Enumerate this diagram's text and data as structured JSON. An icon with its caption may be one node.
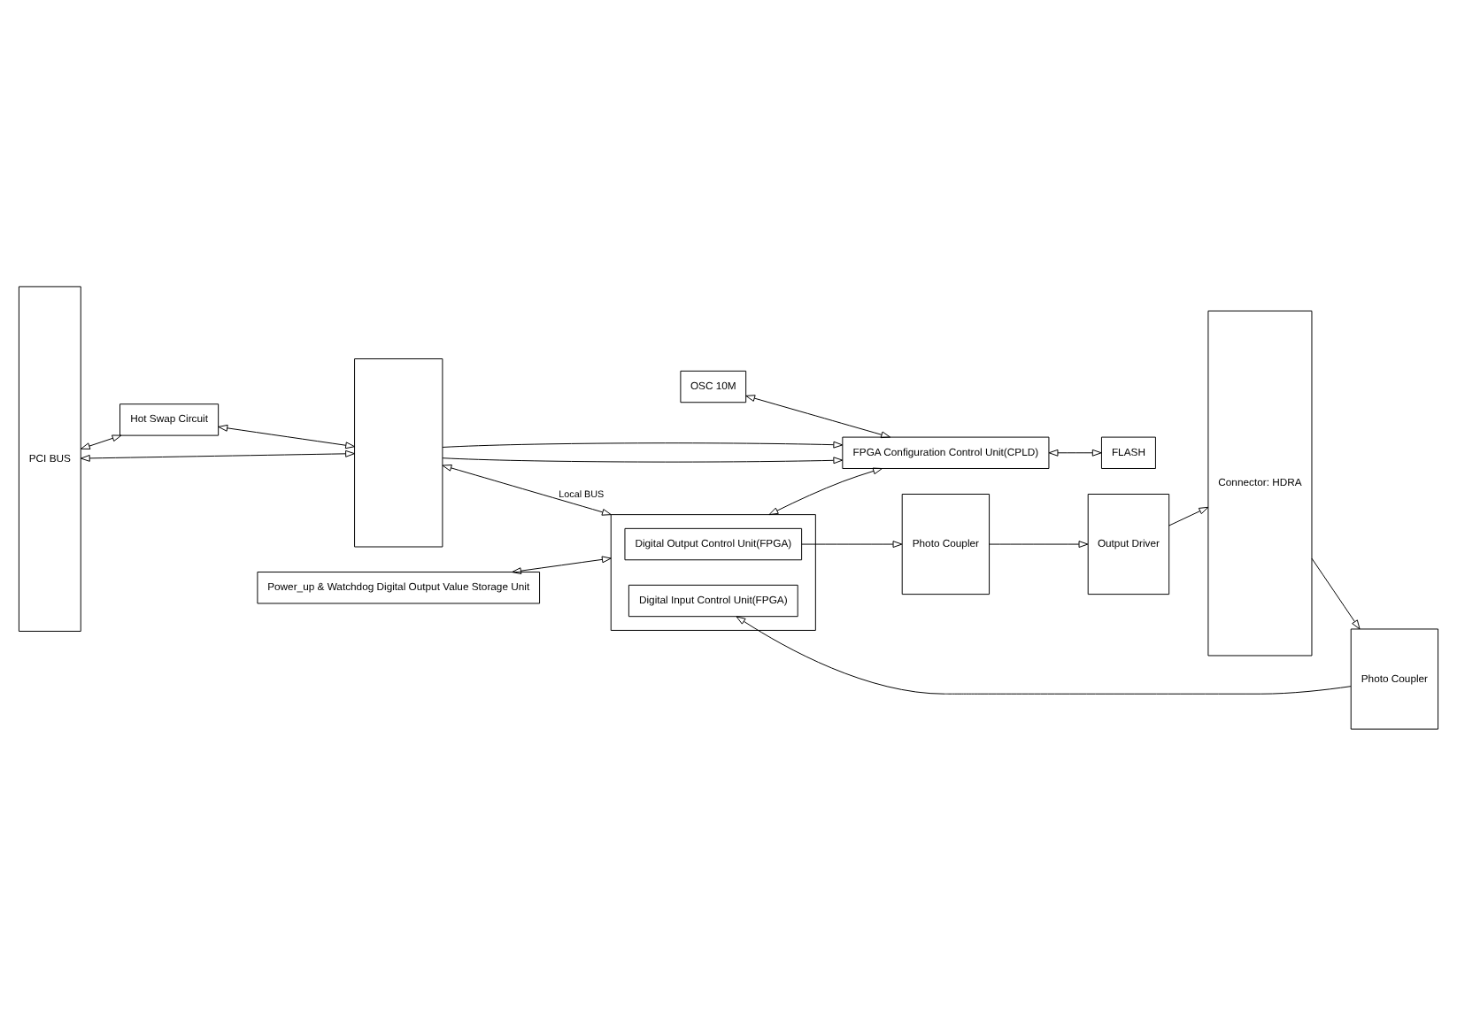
{
  "diagram": {
    "nodes": [
      {
        "text": [
          "PCI BUS"
        ]
      },
      {
        "text": [
          "Hot Swap Circuit"
        ]
      },
      {
        "text": [],
        "shape": "box"
      },
      {
        "text": [
          "Power_up & Watchdog Digital Output Value Storage Unit"
        ]
      },
      {
        "text": [],
        "shape": "box"
      },
      {
        "text": [
          "Digital Output Control Unit(FPGA)"
        ],
        "in": 4
      },
      {
        "text": [
          "Digital Input Control Unit(FPGA)"
        ],
        "in": 4
      },
      {
        "text": [
          "Photo Coupler"
        ]
      },
      {
        "text": [
          "Output Driver"
        ]
      },
      {
        "text": [
          "Photo Coupler"
        ]
      },
      {
        "text": [
          "Connector: HDRA"
        ]
      },
      {
        "text": [
          "FPGA Configuration Control Unit(CPLD)"
        ]
      },
      {
        "text": [
          "FLASH"
        ]
      },
      {
        "text": [
          "OSC 10M"
        ]
      }
    ],
    "edges": [
      {
        "from": 0,
        "to": 1,
        "arrow": "both"
      },
      {
        "from": 1,
        "to": 2,
        "arrow": "both"
      },
      {
        "from": 0,
        "to": 2,
        "arrow": "both"
      },
      {
        "from": 2,
        "to": 4,
        "arrow": "both",
        "label": "Local BUS"
      },
      {
        "from": 2,
        "to": 11,
        "arrow": "to"
      },
      {
        "from": 2,
        "to": 11,
        "arrow": "to"
      },
      {
        "from": 3,
        "to": 4,
        "arrow": "both"
      },
      {
        "from": 4,
        "to": 11,
        "arrow": "both"
      },
      {
        "from": 5,
        "to": 7,
        "arrow": "to"
      },
      {
        "from": 7,
        "to": 8,
        "arrow": "to"
      },
      {
        "from": 8,
        "to": 10,
        "arrow": "to"
      },
      {
        "from": 10,
        "to": 9,
        "arrow": "to"
      },
      {
        "from": 9,
        "to": 6,
        "arrow": "to"
      },
      {
        "from": 11,
        "to": 12,
        "arrow": "both"
      },
      {
        "from": 13,
        "to": 11,
        "arrow": "both"
      }
    ]
  }
}
